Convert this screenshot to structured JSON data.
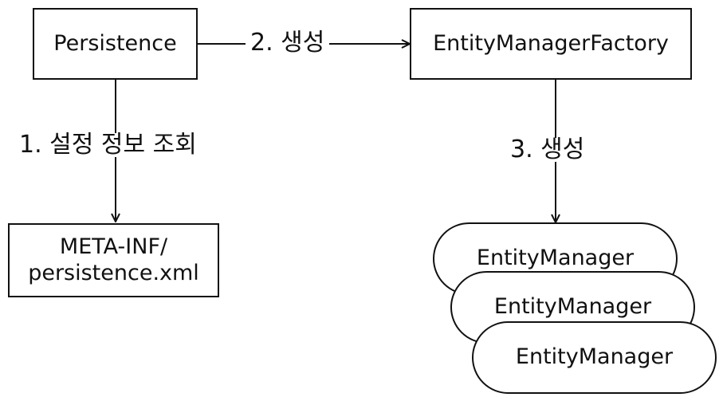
{
  "nodes": {
    "persistence": "Persistence",
    "factory": "EntityManagerFactory",
    "config_file_line1": "META-INF/",
    "config_file_line2": "persistence.xml",
    "managers": [
      "EntityManager",
      "EntityManager",
      "EntityManager"
    ]
  },
  "edges": {
    "step1": "1. 설정 정보 조회",
    "step2": "2. 생성",
    "step3": "3. 생성"
  },
  "colors": {
    "stroke": "#111111",
    "background": "#ffffff"
  }
}
